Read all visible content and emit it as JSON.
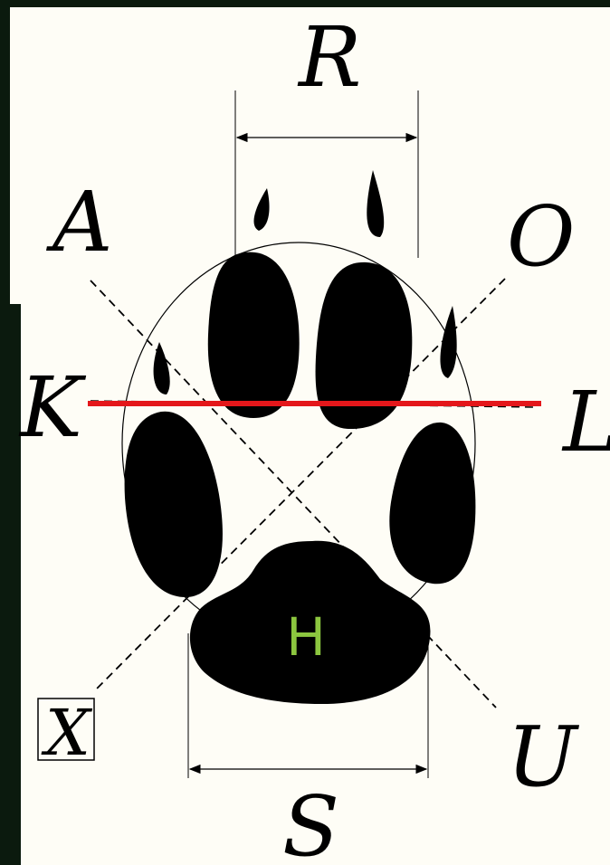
{
  "colors": {
    "frame": "#0b1a0e",
    "background": "#fefdf6",
    "ink": "#000000",
    "measure_line": "#e4171b",
    "pad_label": "#8cc63f"
  },
  "labels": {
    "top": "R",
    "bottom": "S",
    "upper_left": "A",
    "upper_right": "O",
    "left": "K",
    "right": "L",
    "lower_left": "X",
    "lower_right": "U",
    "heel_pad": "H"
  },
  "icons": {
    "boxed_letter": "square-frame",
    "claw": "claw-mark-shape",
    "toe_pad": "toe-pad-shape",
    "heel_pad": "heel-pad-shape"
  }
}
